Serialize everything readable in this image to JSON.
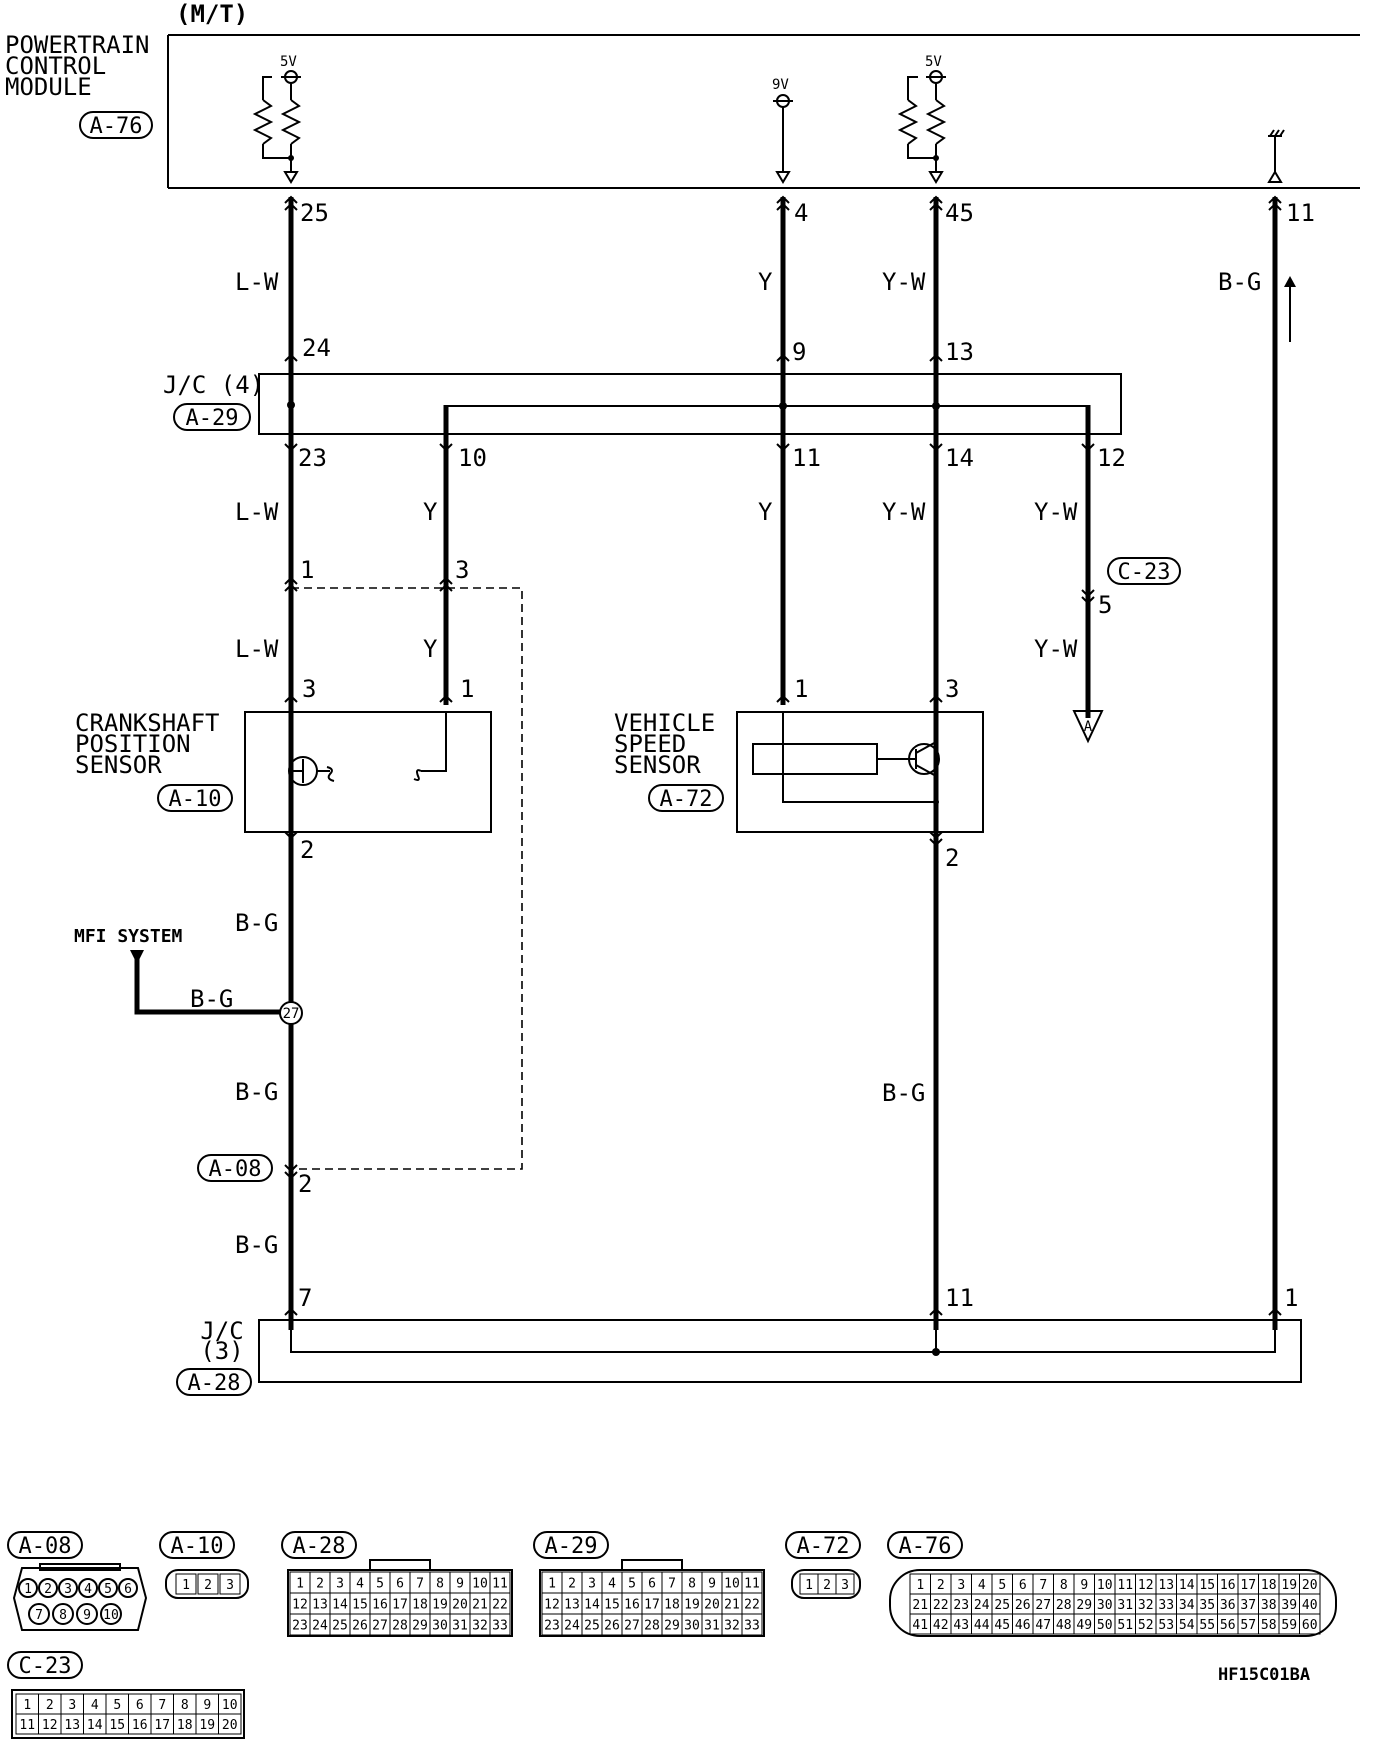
{
  "header": {
    "variant": "(M/T)"
  },
  "pcm": {
    "name_lines": [
      "POWERTRAIN",
      "CONTROL",
      "MODULE"
    ],
    "ref": "A-76",
    "supply_5v_a": "5V",
    "supply_9v": "9V",
    "supply_5v_b": "5V"
  },
  "pins": {
    "pcm_25": "25",
    "pcm_4": "4",
    "pcm_45": "45",
    "pcm_11": "11",
    "jc4_24": "24",
    "jc4_9": "9",
    "jc4_13": "13",
    "jc4_23": "23",
    "jc4_10": "10",
    "jc4_11": "11",
    "jc4_14": "14",
    "jc4_12": "12",
    "a08_1": "1",
    "a08_3": "3",
    "ckp_3": "3",
    "ckp_1": "1",
    "ckp_2": "2",
    "vss_1": "1",
    "vss_3": "3",
    "vss_2": "2",
    "c23_5": "5",
    "a08_2": "2",
    "splice_27": "27",
    "jc3_7": "7",
    "jc3_11": "11",
    "jc3_1": "1"
  },
  "wires": {
    "lw_1": "L-W",
    "y_1": "Y",
    "yw_1": "Y-W",
    "bg_pcm": "B-G",
    "lw_2": "L-W",
    "y_2": "Y",
    "y_3": "Y",
    "yw_2": "Y-W",
    "yw_3": "Y-W",
    "lw_3": "L-W",
    "y_4": "Y",
    "yw_4": "Y-W",
    "bg_1": "B-G",
    "bg_mfi": "B-G",
    "bg_2": "B-G",
    "bg_3": "B-G",
    "bg_vss": "B-G"
  },
  "jc4": {
    "name": "J/C (4)",
    "ref": "A-29"
  },
  "jc3": {
    "name_lines": [
      "J/C",
      "(3)"
    ],
    "ref": "A-28"
  },
  "ckp": {
    "name_lines": [
      "CRANKSHAFT",
      "POSITION",
      "SENSOR"
    ],
    "ref": "A-10"
  },
  "vss": {
    "name_lines": [
      "VEHICLE",
      "SPEED",
      "SENSOR"
    ],
    "ref": "A-72"
  },
  "mfi": {
    "label": "MFI SYSTEM"
  },
  "refs": {
    "c23": "C-23",
    "a08": "A-08"
  },
  "offpage": {
    "marker": "A"
  },
  "connectors": {
    "a08": {
      "ref": "A-08",
      "pins": [
        "1",
        "2",
        "3",
        "4",
        "5",
        "6",
        "7",
        "8",
        "9",
        "10"
      ]
    },
    "a10": {
      "ref": "A-10",
      "pins": [
        "1",
        "2",
        "3"
      ]
    },
    "a28": {
      "ref": "A-28",
      "pins": [
        "1",
        "2",
        "3",
        "4",
        "5",
        "6",
        "7",
        "8",
        "9",
        "10",
        "11",
        "12",
        "13",
        "14",
        "15",
        "16",
        "17",
        "18",
        "19",
        "20",
        "21",
        "22",
        "23",
        "24",
        "25",
        "26",
        "27",
        "28",
        "29",
        "30",
        "31",
        "32",
        "33"
      ]
    },
    "a29": {
      "ref": "A-29",
      "pins": [
        "1",
        "2",
        "3",
        "4",
        "5",
        "6",
        "7",
        "8",
        "9",
        "10",
        "11",
        "12",
        "13",
        "14",
        "15",
        "16",
        "17",
        "18",
        "19",
        "20",
        "21",
        "22",
        "23",
        "24",
        "25",
        "26",
        "27",
        "28",
        "29",
        "30",
        "31",
        "32",
        "33"
      ]
    },
    "a72": {
      "ref": "A-72",
      "pins": [
        "1",
        "2",
        "3"
      ]
    },
    "a76": {
      "ref": "A-76",
      "pins": [
        "1",
        "2",
        "3",
        "4",
        "5",
        "6",
        "7",
        "8",
        "9",
        "10",
        "11",
        "12",
        "13",
        "14",
        "15",
        "16",
        "17",
        "18",
        "19",
        "20",
        "21",
        "22",
        "23",
        "24",
        "25",
        "26",
        "27",
        "28",
        "29",
        "30",
        "31",
        "32",
        "33",
        "34",
        "35",
        "36",
        "37",
        "38",
        "39",
        "40",
        "41",
        "42",
        "43",
        "44",
        "45",
        "46",
        "47",
        "48",
        "49",
        "50",
        "51",
        "52",
        "53",
        "54",
        "55",
        "56",
        "57",
        "58",
        "59",
        "60"
      ]
    },
    "c23": {
      "ref": "C-23",
      "pins": [
        "1",
        "2",
        "3",
        "4",
        "5",
        "6",
        "7",
        "8",
        "9",
        "10",
        "11",
        "12",
        "13",
        "14",
        "15",
        "16",
        "17",
        "18",
        "19",
        "20"
      ]
    }
  },
  "code": "HF15C01BA"
}
